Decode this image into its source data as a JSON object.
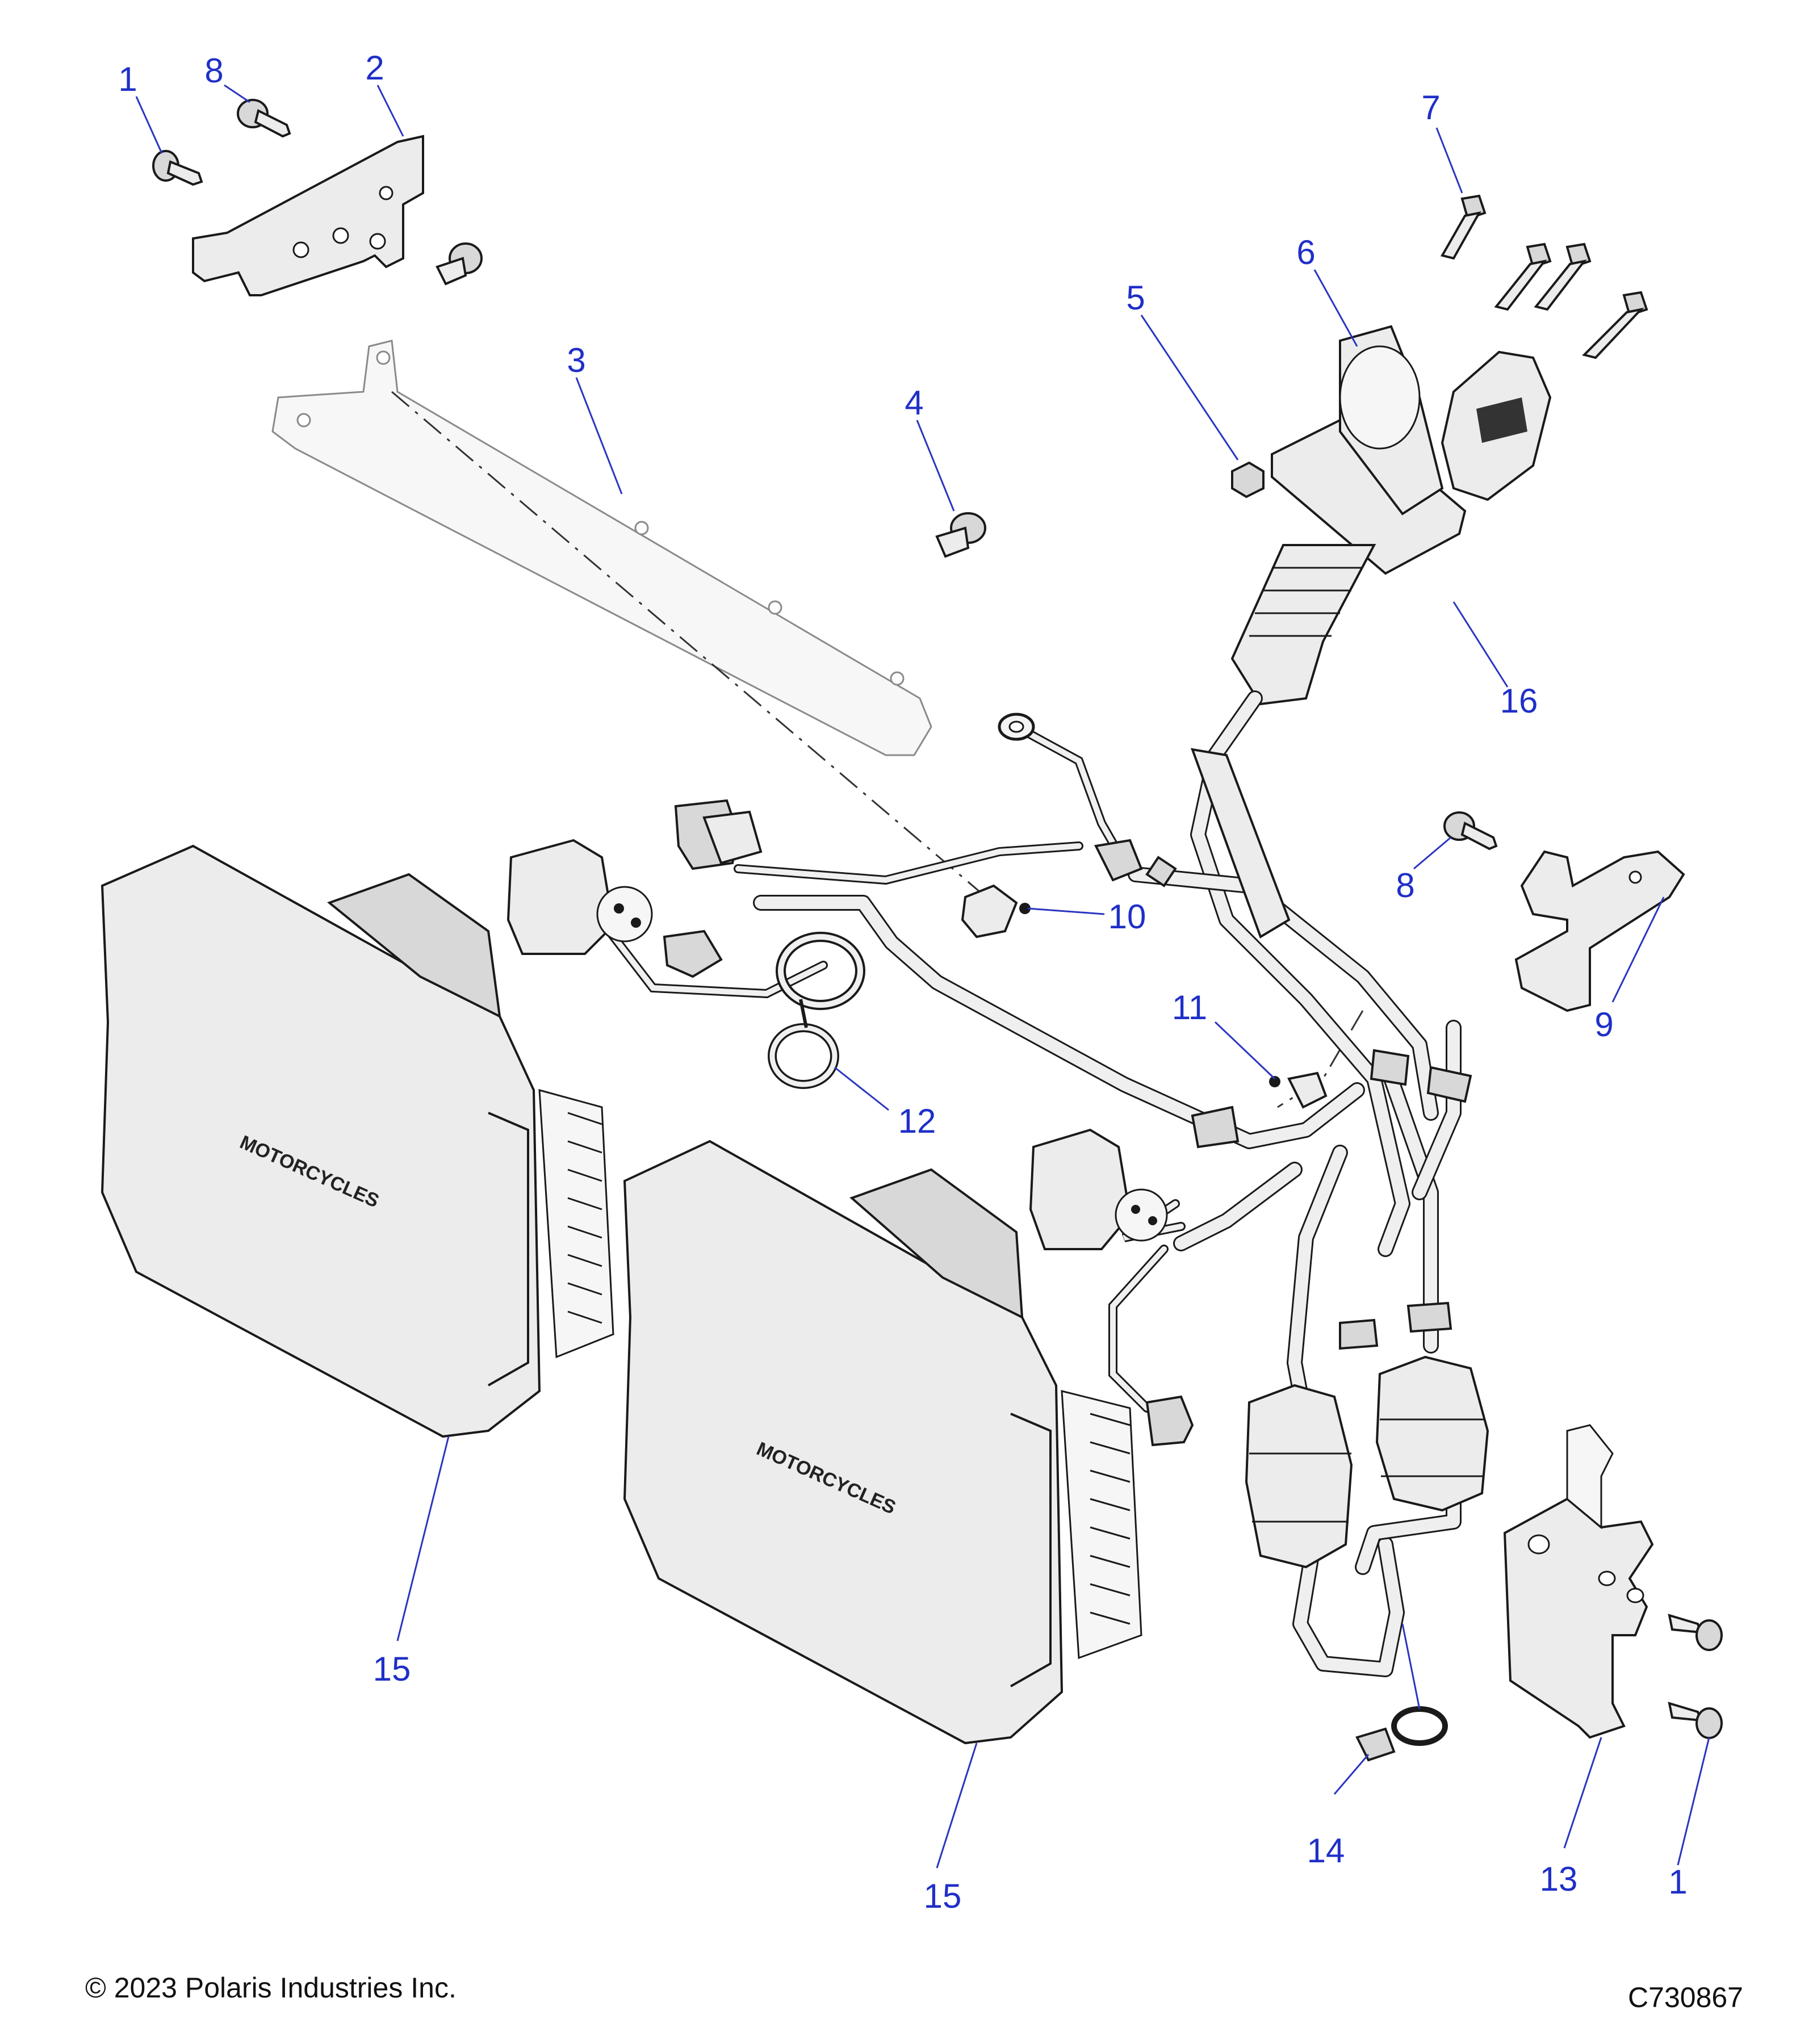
{
  "callouts": [
    {
      "id": "c1a",
      "label": "1"
    },
    {
      "id": "c8a",
      "label": "8"
    },
    {
      "id": "c2",
      "label": "2"
    },
    {
      "id": "c3",
      "label": "3"
    },
    {
      "id": "c4",
      "label": "4"
    },
    {
      "id": "c5",
      "label": "5"
    },
    {
      "id": "c6",
      "label": "6"
    },
    {
      "id": "c7",
      "label": "7"
    },
    {
      "id": "c16",
      "label": "16"
    },
    {
      "id": "c8b",
      "label": "8"
    },
    {
      "id": "c9",
      "label": "9"
    },
    {
      "id": "c10",
      "label": "10"
    },
    {
      "id": "c11",
      "label": "11"
    },
    {
      "id": "c12",
      "label": "12"
    },
    {
      "id": "c15a",
      "label": "15"
    },
    {
      "id": "c15b",
      "label": "15"
    },
    {
      "id": "c13",
      "label": "13"
    },
    {
      "id": "c14",
      "label": "14"
    },
    {
      "id": "c1b",
      "label": "1"
    }
  ],
  "module_brand": "MOTORCYCLES",
  "footer": {
    "copyright": "© 2023 Polaris Industries Inc.",
    "drawing_number": "C730867"
  },
  "colors": {
    "callout": "#1f2fc8",
    "line_art": "#1a1a1a",
    "part_fill": "#ececec"
  }
}
